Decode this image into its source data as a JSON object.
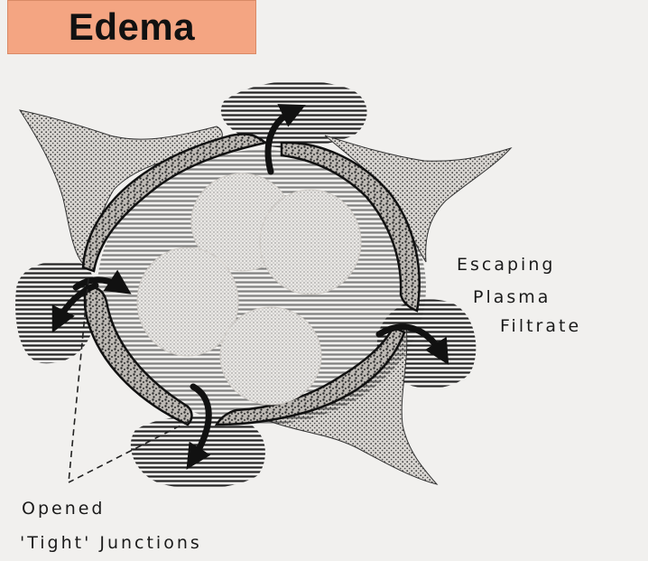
{
  "title": "Edema",
  "labels": {
    "escaping_line1": "Escaping",
    "escaping_line2": "Plasma",
    "escaping_line3": "Filtrate",
    "opened_line1": "Opened",
    "opened_line2": "'Tight'  Junctions"
  },
  "colors": {
    "title_background": "#f4a582",
    "paper": "#f1f0ee",
    "ink": "#1a1a1a"
  }
}
